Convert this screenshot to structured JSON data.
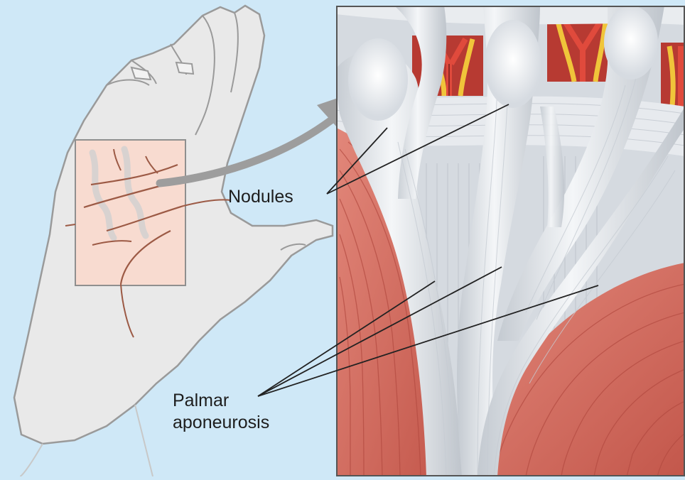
{
  "labels": {
    "nodules": "Nodules",
    "palmar_line1": "Palmar",
    "palmar_line2": "aponeurosis"
  },
  "colors": {
    "background": "#cfe8f7",
    "skin_outline": "#9a9a9a",
    "skin_fill": "#e9e9e9",
    "inset_fill": "#f8dbd0",
    "crease": "#9c5a45",
    "muscle": "#d86f62",
    "muscle_dark": "#b8493f",
    "tendon": "#eef0f3",
    "tendon_shadow": "#b9c0c8",
    "artery": "#c93a2e",
    "nerve": "#f0c53a",
    "arrow": "#9d9d9d",
    "leader_line": "#222222"
  }
}
